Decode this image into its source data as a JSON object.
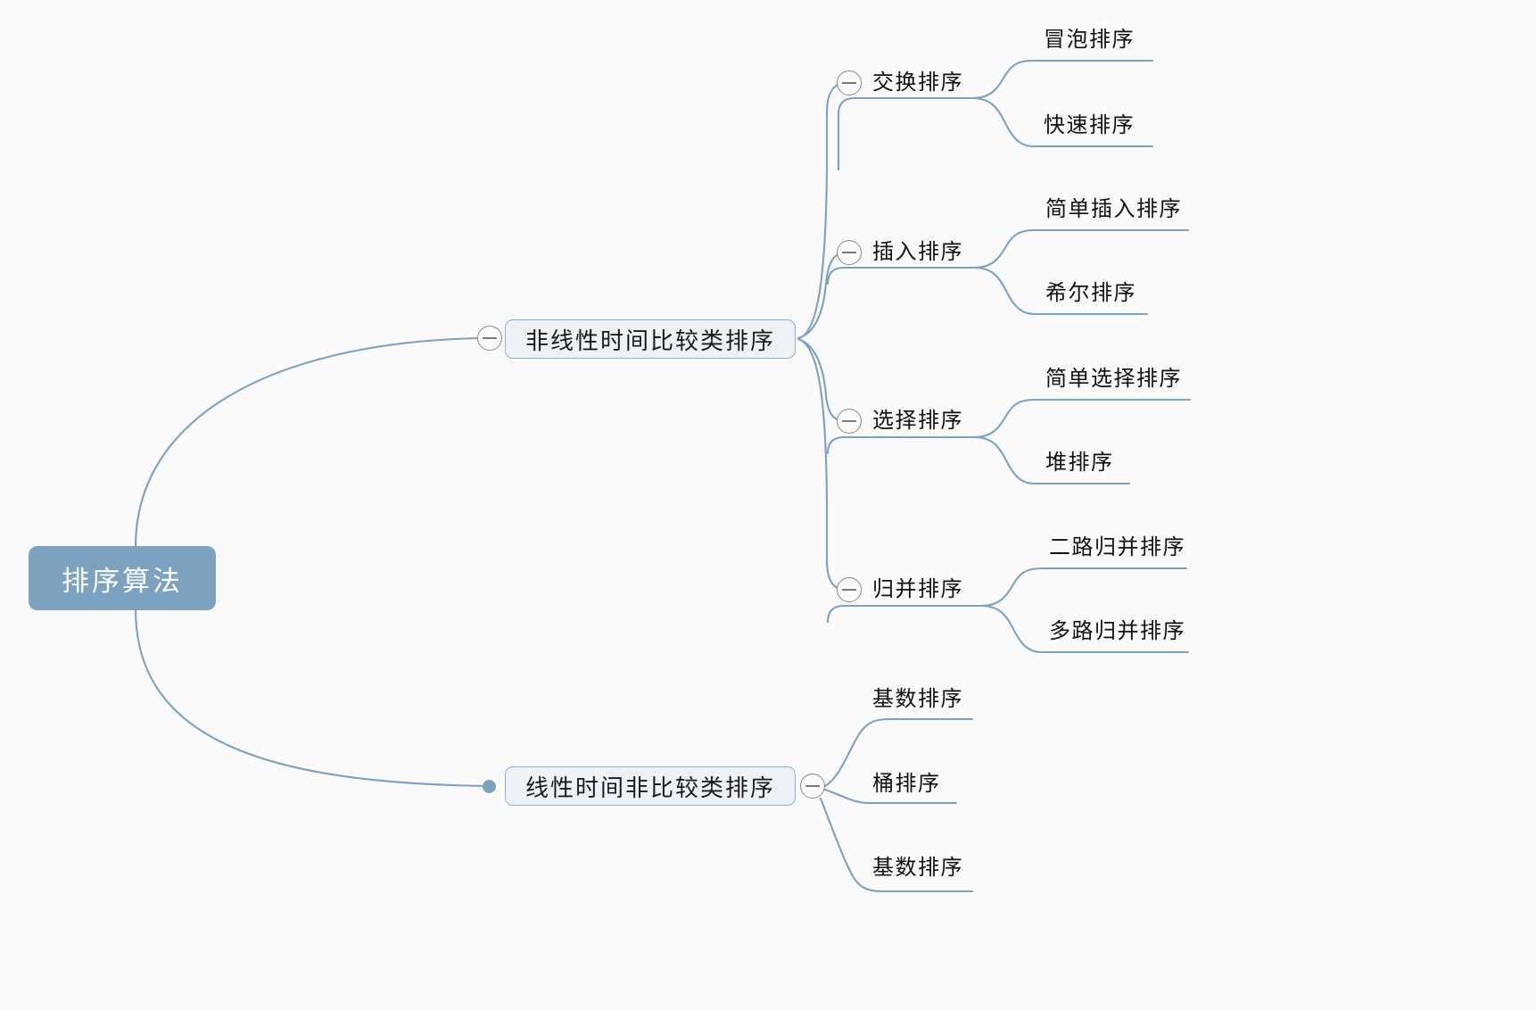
{
  "diagram": {
    "title": "排序算法",
    "type": "mindmap",
    "background_color": "#fafafa",
    "accent_color": "#7da2c0",
    "edge_color": "#7fa0bf",
    "node_fill": "#eef2f6",
    "node_border": "#8fb0cc",
    "root_text_color": "#ffffff"
  },
  "root": {
    "label": "排序算法"
  },
  "branches": [
    {
      "label": "非线性时间比较类排序",
      "toggle": "minus-collapse-icon",
      "toggle_side": "left",
      "groups": [
        {
          "label": "交换排序",
          "toggle": "minus-collapse-icon",
          "leaves": [
            {
              "label": "冒泡排序"
            },
            {
              "label": "快速排序"
            }
          ]
        },
        {
          "label": "插入排序",
          "toggle": "minus-collapse-icon",
          "leaves": [
            {
              "label": "简单插入排序"
            },
            {
              "label": "希尔排序"
            }
          ]
        },
        {
          "label": "选择排序",
          "toggle": "minus-collapse-icon",
          "leaves": [
            {
              "label": "简单选择排序"
            },
            {
              "label": "堆排序"
            }
          ]
        },
        {
          "label": "归并排序",
          "toggle": "minus-collapse-icon",
          "leaves": [
            {
              "label": "二路归并排序"
            },
            {
              "label": "多路归并排序"
            }
          ]
        }
      ]
    },
    {
      "label": "线性时间非比较类排序",
      "toggle": "minus-collapse-icon",
      "toggle_side": "right",
      "anchor": "dot-anchor",
      "leaves": [
        {
          "label": "基数排序"
        },
        {
          "label": "桶排序"
        },
        {
          "label": "基数排序"
        }
      ]
    }
  ]
}
